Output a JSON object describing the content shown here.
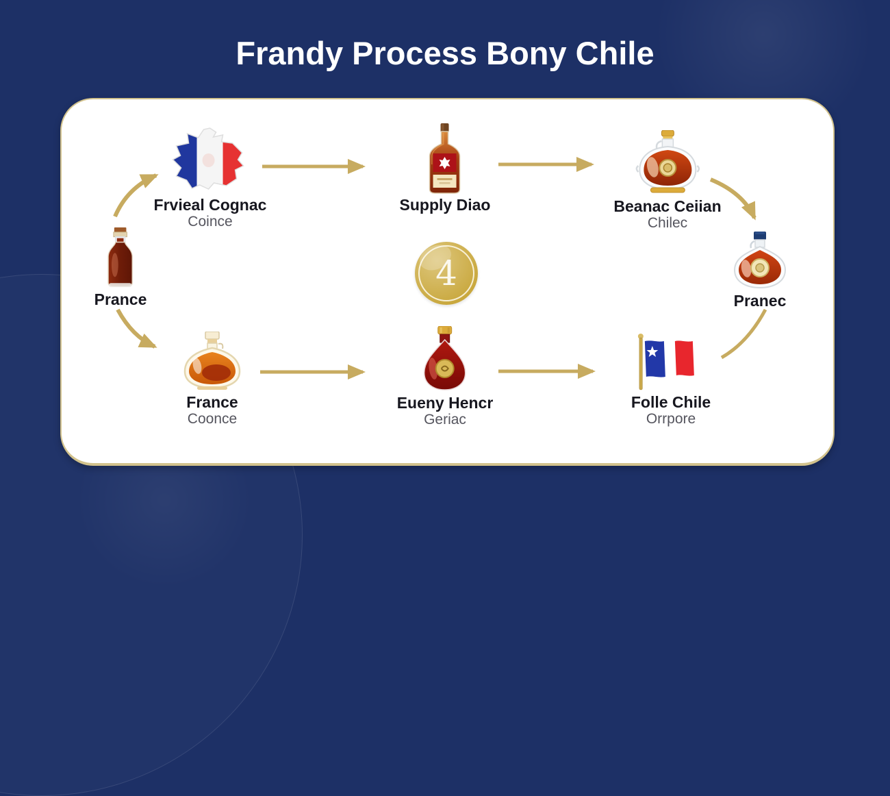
{
  "title": "Frandy Process Bony Chile",
  "badge": {
    "number": "4"
  },
  "nodes": {
    "france_map": {
      "label": "Frvieal Cognac",
      "sublabel": "Coince",
      "icon": "france-map-flag-icon"
    },
    "supply_diao": {
      "label": "Supply Diao",
      "icon": "tall-brandy-bottle-icon"
    },
    "beanac_ceiian": {
      "label": "Beanac Ceiian",
      "sublabel": "Chilec",
      "icon": "round-decanter-gold-cap-icon"
    },
    "pranec": {
      "label": "Pranec",
      "icon": "round-decanter-blue-cap-icon"
    },
    "prance": {
      "label": "Prance",
      "icon": "small-dark-bottle-icon"
    },
    "france": {
      "label": "France",
      "sublabel": "Coonce",
      "icon": "amber-decanter-cream-cap-icon"
    },
    "eueny_hencr": {
      "label": "Eueny Hencr",
      "sublabel": "Geriac",
      "icon": "teardrop-red-bottle-icon"
    },
    "folle_chile": {
      "label": "Folle Chile",
      "sublabel": "Orrpore",
      "icon": "chile-flag-on-pole-icon"
    }
  },
  "colors": {
    "background": "#1d3066",
    "card": "#ffffff",
    "card_border": "#d2c28c",
    "arrow": "#c7ab60",
    "title": "#ffffff",
    "label": "#17171f",
    "sublabel": "#55555e",
    "badge_gold": "#c9a83e",
    "flag_blue": "#2238a8",
    "flag_red": "#e8262d"
  }
}
